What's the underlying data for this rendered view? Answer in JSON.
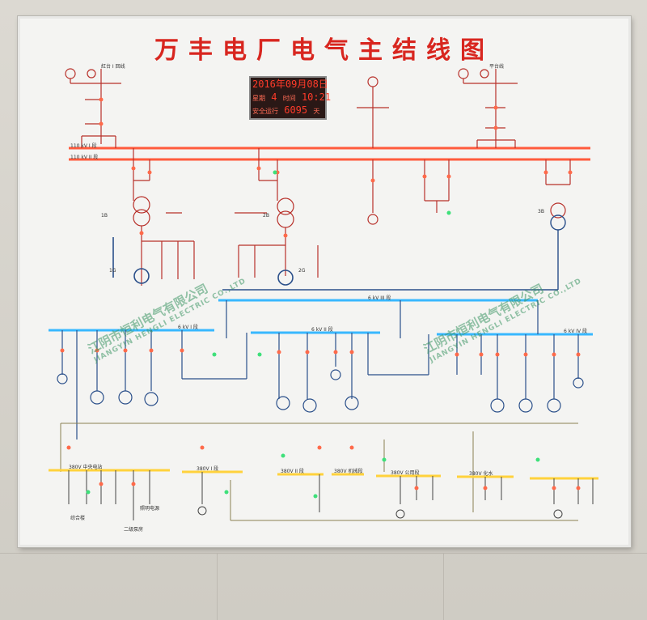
{
  "board": {
    "title": "万丰电厂电气主结线图",
    "clock": {
      "date": "2016年09月08日",
      "weekday_label": "星期",
      "weekday_value": "4",
      "time_label": "时间",
      "time_value": "10:21",
      "safe_label": "安全运行",
      "safe_days": "6095",
      "safe_unit": "天"
    },
    "watermark": {
      "company_cn": "江阴市恒利电气有限公司",
      "company_en": "JIANGYIN HENGLI ELECTRIC CO.,LTD"
    },
    "labels": {
      "bus_110_1": "110 kV I 段",
      "bus_110_2": "110 kV II 段",
      "bus_6kv_1": "6 kV I 段",
      "bus_6kv_2": "6 kV II 段",
      "bus_6kv_3": "6 kV III 段",
      "bus_6kv_4": "6 kV IV 段",
      "bus_380_a": "380V 中央电站",
      "bus_380_b": "380V I 段",
      "bus_380_c": "380V II 段",
      "bus_380_d": "380V 机械段",
      "bus_380_e": "380V 公用段",
      "bus_380_f": "380V 化水",
      "left_line": "紅台 I 回线",
      "right_line": "平台线",
      "gen_1": "1G",
      "gen_2": "2G",
      "xfmr_1": "1B",
      "xfmr_2": "2B",
      "xfmr_3": "3B",
      "bottom_a": "综合楼",
      "bottom_b": "照明电源",
      "bottom_c": "二级泵房"
    }
  },
  "colors": {
    "title": "#d8261f",
    "bus_110kv": "#ff5a3c",
    "bus_6kv": "#38b8ff",
    "bus_380v": "#ffd23c",
    "line_red": "#b8302a",
    "line_blue": "#2a4f8a",
    "line_olive": "#8a7f52",
    "indicator_red": "#ff6a4a",
    "indicator_green": "#3ee07a"
  }
}
